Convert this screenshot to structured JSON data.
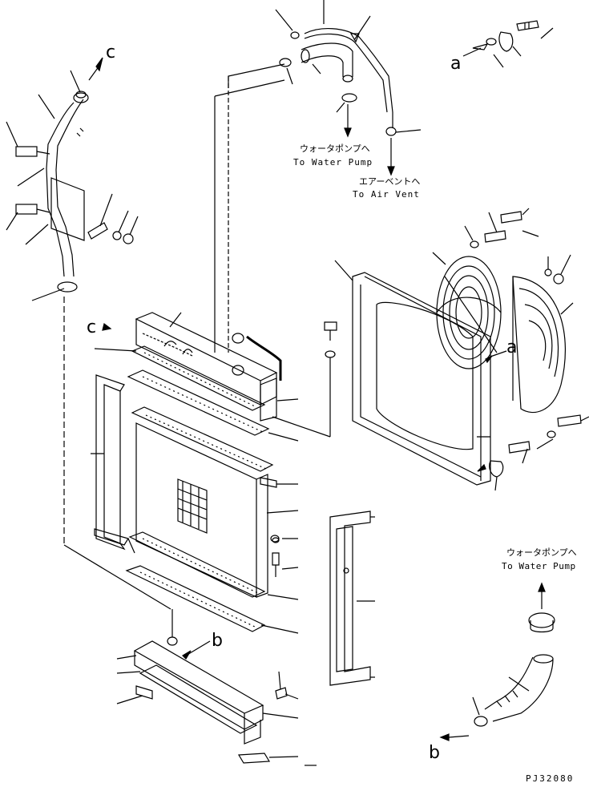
{
  "diagram": {
    "drawing_code": "PJ32080",
    "annotations": {
      "to_water_pump_top_jp": "ウォータポンプへ",
      "to_water_pump_top_en": "To Water Pump",
      "to_air_vent_jp": "エアーベントへ",
      "to_air_vent_en": "To Air Vent",
      "to_water_pump_bottom_jp": "ウォータポンプへ",
      "to_water_pump_bottom_en": "To Water Pump"
    },
    "reference_letters": {
      "c_top": "c",
      "c_mid": "c",
      "a_top": "a",
      "a_mid": "a",
      "b_mid": "b",
      "b_bottom": "b"
    }
  }
}
